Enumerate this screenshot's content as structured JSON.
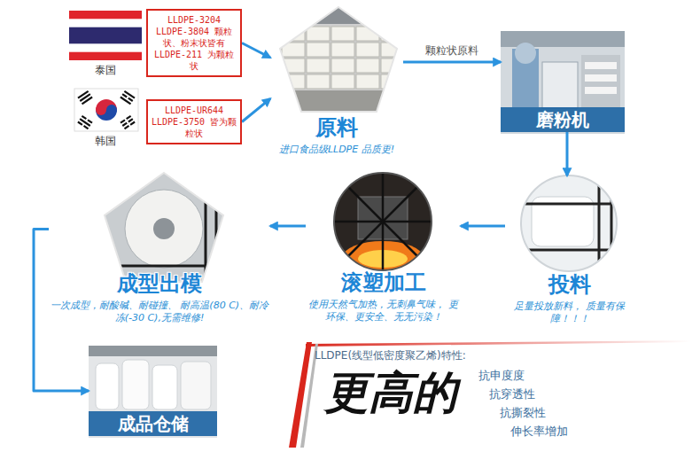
{
  "diagram": {
    "nodes": [
      {
        "text": [
          "LLDPE-3204 LLDPE-3804 颗粒状、粉末状皆有 LLDPE-211 为颗粒状"
        ]
      },
      {
        "text": [
          "LLDPE-UR644 LLDPE-3750 皆为颗粒状"
        ]
      },
      {
        "text": [
          "原料",
          "进口食品级LLDPE 品质更!"
        ]
      },
      {
        "text": [
          "磨粉机"
        ]
      },
      {
        "text": [
          "投料",
          "足量投放新料， 质量有保障！！！"
        ]
      },
      {
        "text": [
          "滚塑加工",
          "使用天然气加热，无刺鼻气味， 更环保、更安全、无无污染！"
        ]
      },
      {
        "text": [
          "成型出模",
          "一次成型，耐酸碱、耐碰撞、 耐高温(80 C)、耐冷冻(-30 C),无需维修!"
        ]
      },
      {
        "text": [
          "成品仓储"
        ]
      }
    ],
    "edges": [
      {
        "from": 0,
        "to": 2,
        "arrow": "to"
      },
      {
        "from": 1,
        "to": 2,
        "arrow": "to"
      },
      {
        "from": 2,
        "to": 3,
        "label": "颗粒状原料",
        "arrow": "to"
      },
      {
        "from": 3,
        "to": 4,
        "arrow": "to"
      },
      {
        "from": 4,
        "to": 5,
        "arrow": "to"
      },
      {
        "from": 5,
        "to": 6,
        "arrow": "to"
      },
      {
        "from": 6,
        "to": 7,
        "arrow": "to"
      }
    ],
    "labels": [
      "泰国",
      "韩国",
      "LLDPE(线型低密度聚乙烯)特性:",
      "更高的",
      "抗申度度",
      "抗穿透性",
      "抗撕裂性",
      "伸长率增加"
    ]
  }
}
